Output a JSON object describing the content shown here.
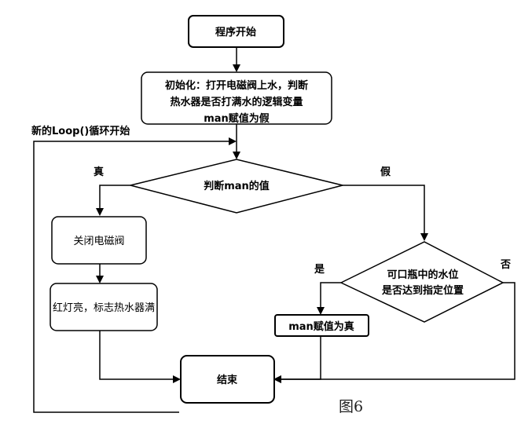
{
  "nodes": {
    "start": "程序开始",
    "init": [
      "初始化：打开电磁阀上水，判断",
      "热水器是否打满水的逻辑变量",
      "man赋值为假"
    ],
    "decision_man": "判断man的值",
    "close_valve": "关闭电磁阀",
    "red_light": "红灯亮，标志热水器满",
    "decision_water": [
      "可口瓶中的水位",
      "是否达到指定位置"
    ],
    "set_true": "man赋值为真",
    "end": "结束"
  },
  "edge_labels": {
    "loop": "新的Loop()循环开始",
    "true": "真",
    "false": "假",
    "yes": "是",
    "no": "否"
  },
  "caption": "图6"
}
